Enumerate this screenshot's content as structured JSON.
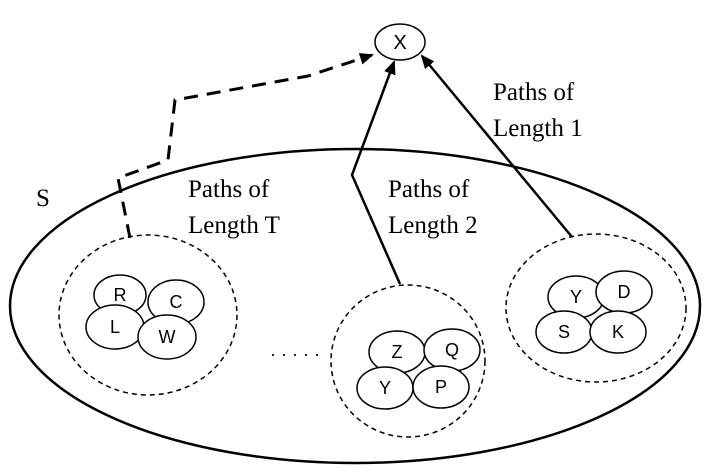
{
  "target": {
    "label": "X"
  },
  "set": {
    "label": "S"
  },
  "path_labels": [
    {
      "line1": "Paths of",
      "line2": "Length 1"
    },
    {
      "line1": "Paths of",
      "line2": "Length 2"
    },
    {
      "line1": "Paths of",
      "line2": "Length T"
    }
  ],
  "groups": [
    {
      "nodes": [
        "R",
        "C",
        "L",
        "W"
      ]
    },
    {
      "nodes": [
        "Z",
        "Q",
        "Y",
        "P"
      ]
    },
    {
      "nodes": [
        "Y",
        "D",
        "S",
        "K"
      ]
    }
  ],
  "ellipsis": "· · · · ·"
}
